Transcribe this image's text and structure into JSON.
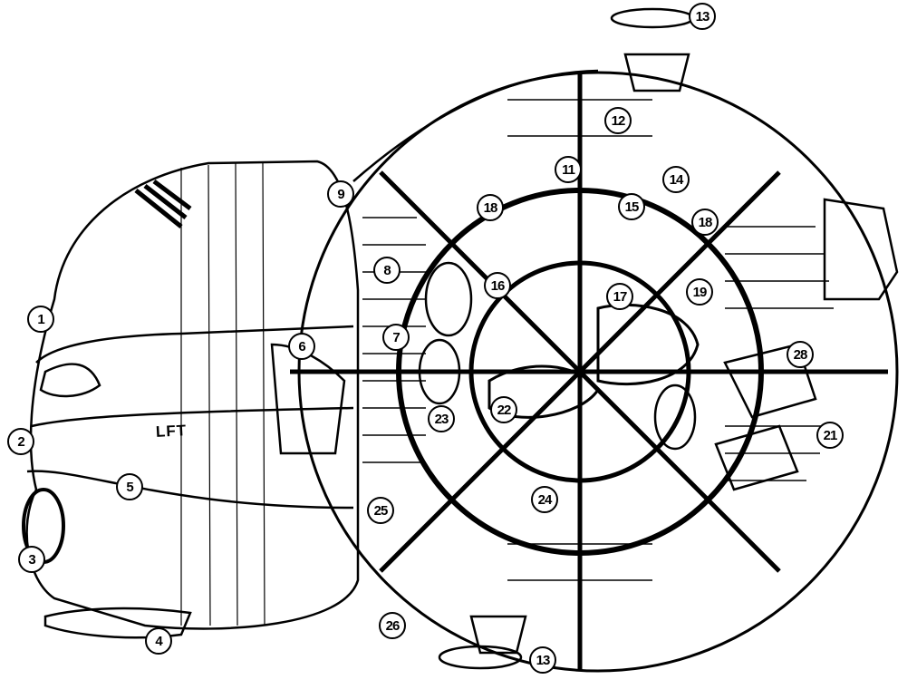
{
  "hull_marking": "LFT",
  "callouts": [
    "1",
    "2",
    "3",
    "4",
    "5",
    "6",
    "7",
    "8",
    "9",
    "18",
    "11",
    "12",
    "13",
    "14",
    "15",
    "16",
    "17",
    "18",
    "19",
    "28",
    "21",
    "22",
    "23",
    "24",
    "25",
    "26",
    "13"
  ],
  "colors": {
    "ink": "#000000",
    "paper": "#ffffff"
  }
}
